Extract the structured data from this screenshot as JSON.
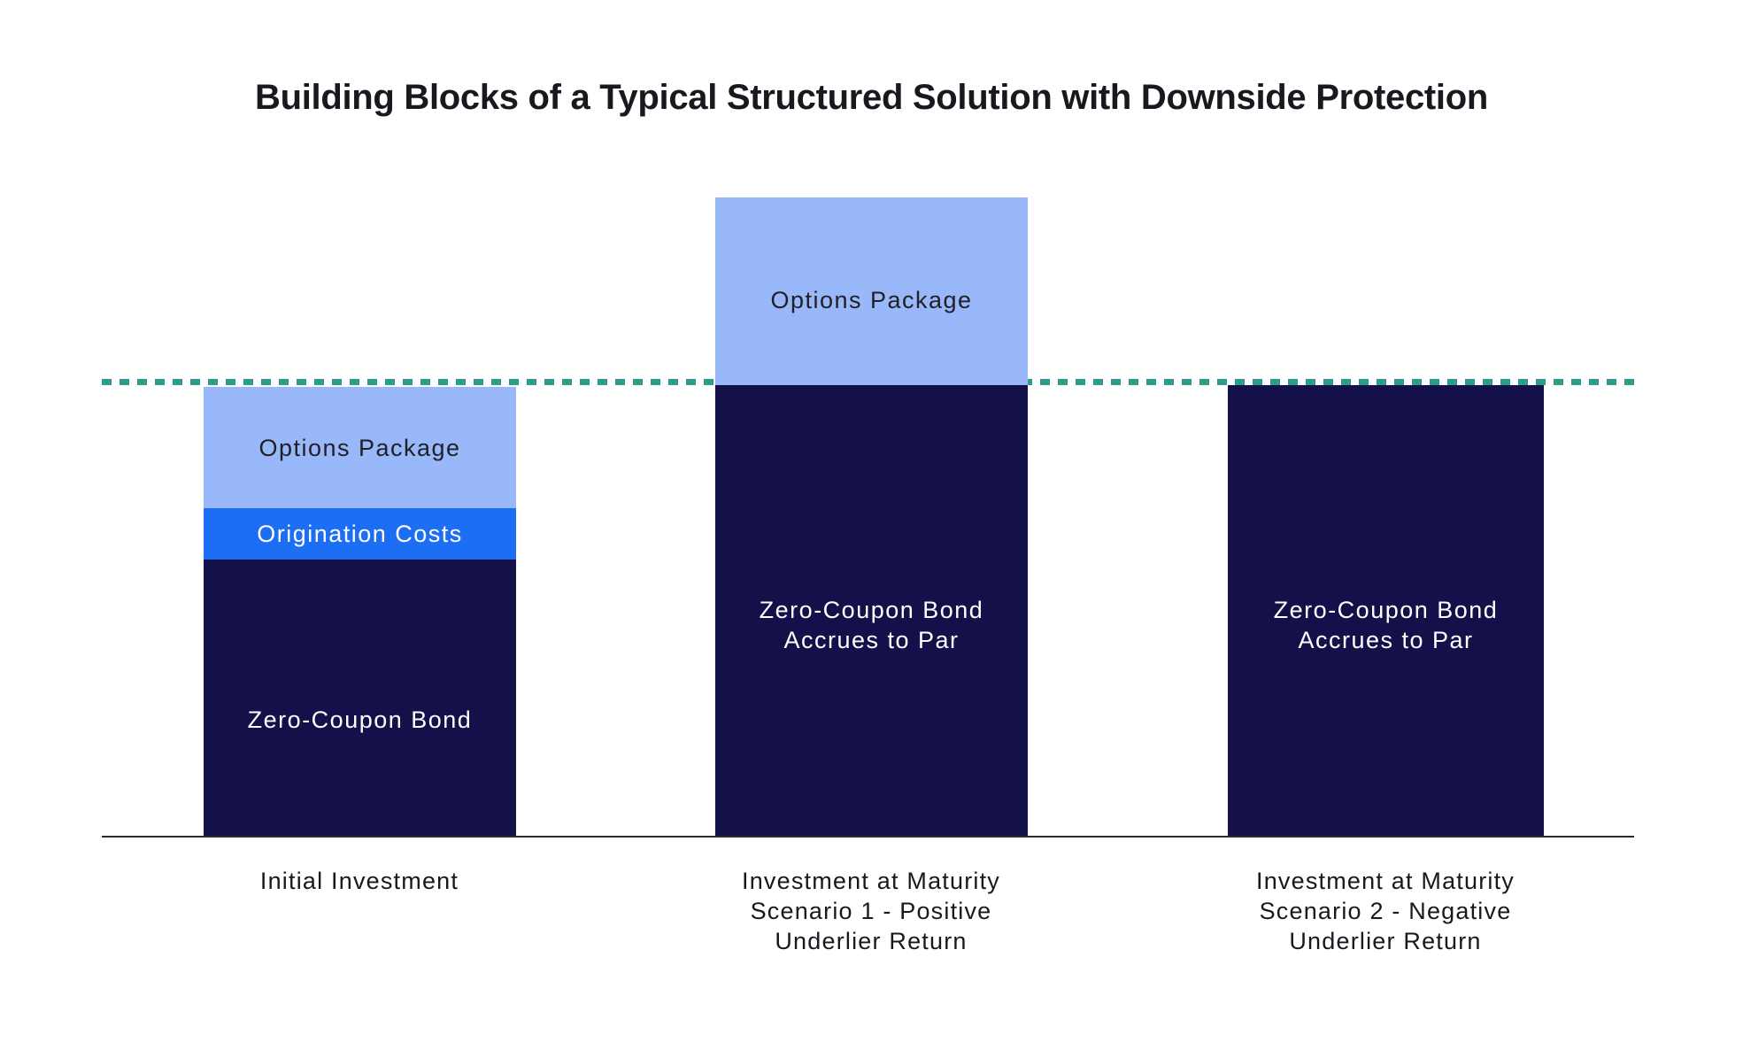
{
  "title": "Building Blocks of a Typical Structured Solution with Downside Protection",
  "colors": {
    "navy": "#141049",
    "bright_blue": "#1C6FF4",
    "light_blue": "#99B8F9",
    "teal_reference_line": "#2E9C8A",
    "axis_line": "#2A272E",
    "dark_text": "#18181F",
    "light_text": "#FFFFFF"
  },
  "chart_data": {
    "type": "bar",
    "stacked": true,
    "orientation": "vertical",
    "title": "Building Blocks of a Typical Structured Solution with Downside Protection",
    "xlabel": "",
    "ylabel": "",
    "unit": "percent of initial investment (par = 100, values estimated from bar heights)",
    "ylim": [
      0,
      145
    ],
    "grid": false,
    "legend_position": "none (segments labeled inline)",
    "reference_line": {
      "value": 100,
      "style": "dashed",
      "color": "#2E9C8A",
      "meaning": "initial investment / par level"
    },
    "categories": [
      "Initial Investment",
      "Investment at Maturity\nScenario 1 - Positive\nUnderlier Return",
      "Investment at Maturity\nScenario 2 - Negative\nUnderlier Return"
    ],
    "bars": [
      {
        "category": "Initial Investment",
        "total": 100,
        "segments": [
          {
            "label": "Zero-Coupon Bond",
            "value": 61,
            "color": "#141049",
            "text_color": "#FFFFFF"
          },
          {
            "label": "Origination Costs",
            "value": 11,
            "color": "#1C6FF4",
            "text_color": "#FFFFFF"
          },
          {
            "label": "Options Package",
            "value": 28,
            "color": "#99B8F9",
            "text_color": "#202027"
          }
        ]
      },
      {
        "category": "Investment at Maturity\nScenario 1 - Positive\nUnderlier Return",
        "total": 142,
        "segments": [
          {
            "label": "Zero-Coupon Bond\nAccrues to Par",
            "value": 100,
            "color": "#141049",
            "text_color": "#FFFFFF"
          },
          {
            "label": "Options Package",
            "value": 42,
            "color": "#99B8F9",
            "text_color": "#202027"
          }
        ]
      },
      {
        "category": "Investment at Maturity\nScenario 2 - Negative\nUnderlier Return",
        "total": 100,
        "segments": [
          {
            "label": "Zero-Coupon Bond\nAccrues to Par",
            "value": 100,
            "color": "#141049",
            "text_color": "#FFFFFF"
          }
        ]
      }
    ]
  }
}
